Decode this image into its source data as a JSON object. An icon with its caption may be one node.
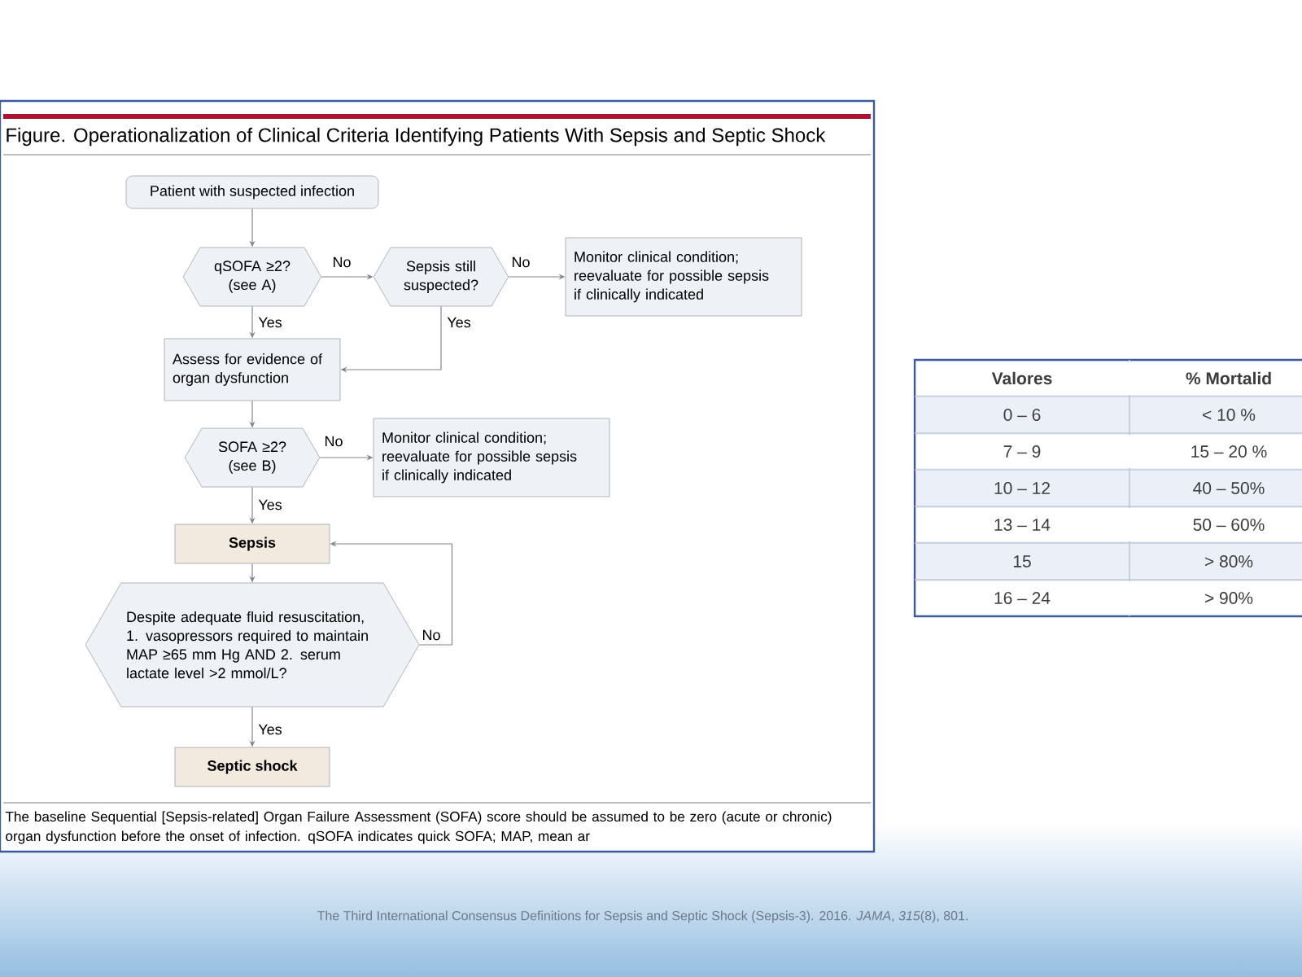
{
  "diagram": {
    "title": "Figure. Operationalization of Clinical Criteria Identifying Patients With Sepsis and Septic Shock",
    "caption": "The baseline Sequential [Sepsis-related] Organ Failure Assessment (SOFA) score should be assumed to be zero (acute or chronic) organ dysfunction before the onset of infection. qSOFA indicates quick SOFA; MAP, mean ar",
    "nodes": [
      {
        "text": [
          "Patient with suspected infection"
        ]
      },
      {
        "text": [
          "qSOFA ≥2?",
          "(see A)"
        ]
      },
      {
        "text": [
          "Sepsis still suspected?"
        ]
      },
      {
        "text": [
          "Monitor clinical condition; reevaluate for possible sepsis if clinically indicated"
        ]
      },
      {
        "text": [
          "Assess for evidence of organ dysfunction"
        ]
      },
      {
        "text": [
          "SOFA ≥2?",
          "(see B)"
        ]
      },
      {
        "text": [
          "Monitor clinical condition; reevaluate for possible sepsis if clinically indicated"
        ]
      },
      {
        "text": [
          "Sepsis"
        ]
      },
      {
        "text": [
          "Despite adequate fluid resuscitation, 1. vasopressors required to maintain MAP ≥65 mm Hg AND 2. serum lactate level >2 mmol/L?"
        ]
      },
      {
        "text": [
          "Septic shock"
        ]
      }
    ],
    "edges": [
      {
        "from": 0,
        "to": 1,
        "arrow": "to"
      },
      {
        "from": 1,
        "to": 2,
        "arrow": "to",
        "label": "No"
      },
      {
        "from": 2,
        "to": 3,
        "arrow": "to",
        "label": "No"
      },
      {
        "from": 1,
        "to": 4,
        "arrow": "to",
        "label": "Yes"
      },
      {
        "from": 2,
        "to": 4,
        "arrow": "to",
        "label": "Yes"
      },
      {
        "from": 4,
        "to": 5,
        "arrow": "to"
      },
      {
        "from": 5,
        "to": 6,
        "arrow": "to",
        "label": "No"
      },
      {
        "from": 5,
        "to": 7,
        "arrow": "to",
        "label": "Yes"
      },
      {
        "from": 7,
        "to": 8,
        "arrow": "to"
      },
      {
        "from": 8,
        "to": 7,
        "arrow": "to",
        "label": "No"
      },
      {
        "from": 8,
        "to": 9,
        "arrow": "to",
        "label": "Yes"
      }
    ],
    "labels": [
      "Valores",
      "% Mortalid",
      "0 – 6",
      "< 10 %",
      "7 – 9",
      "15 – 20 %",
      "10 – 12",
      "40 – 50%",
      "13 – 14",
      "50 – 60%",
      "15",
      "> 80%",
      "16 – 24",
      "> 90%",
      "The Third International Consensus Definitions for Sepsis and Septic Shock (Sepsis-3). 2016. *JAMA*, *315*(8), 801."
    ]
  }
}
